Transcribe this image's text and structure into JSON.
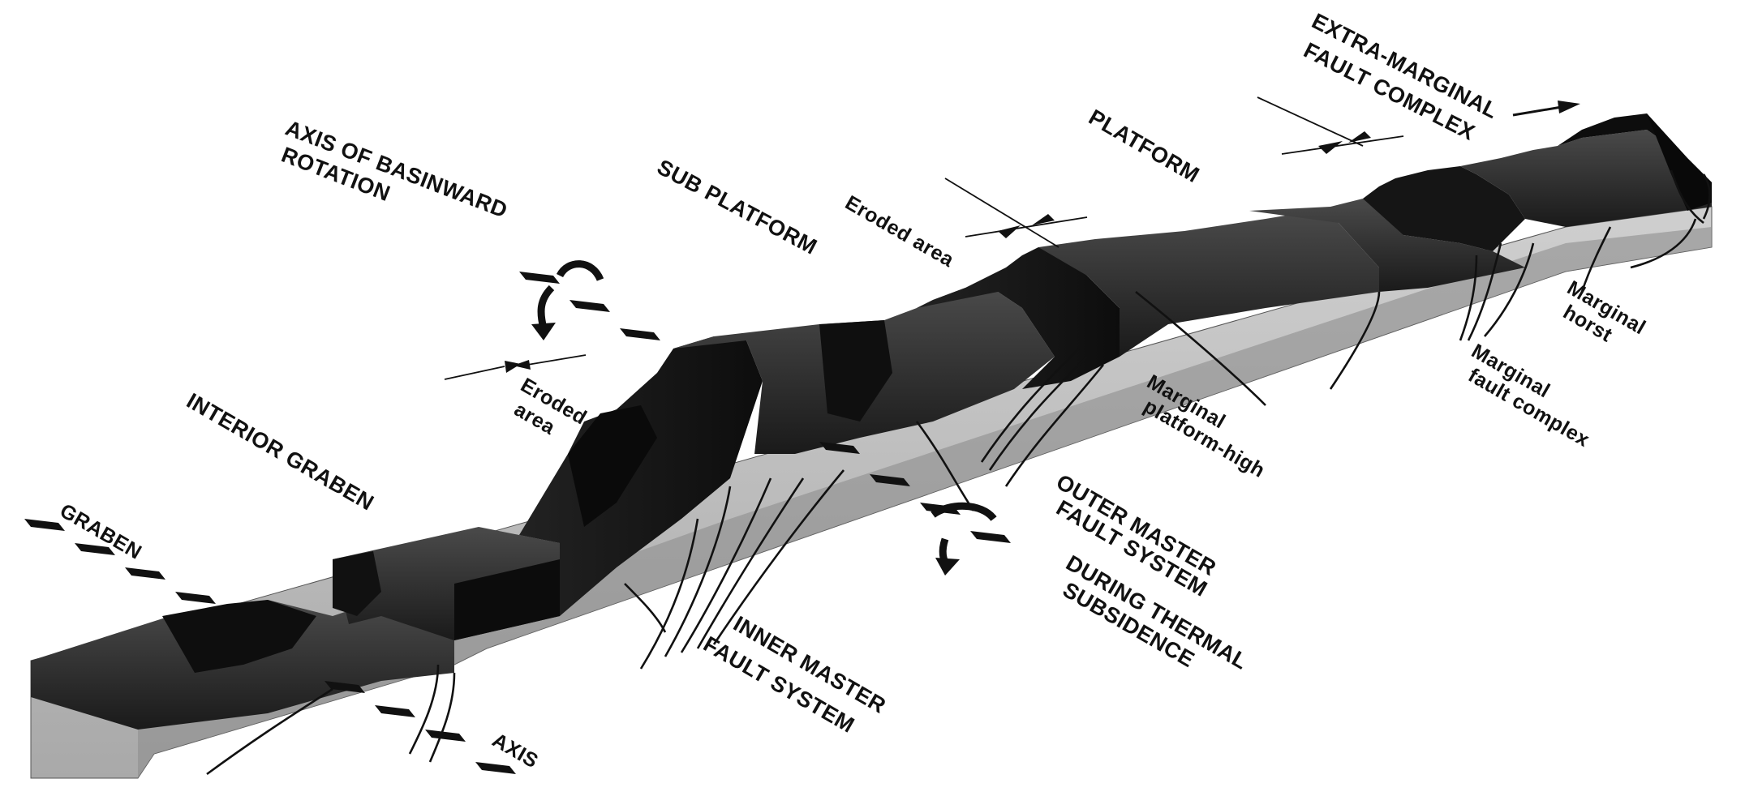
{
  "labels": {
    "graben": "GRABEN",
    "interior_graben": "INTERIOR GRABEN",
    "axis": "AXIS",
    "axis_basinward_1": "AXIS OF BASINWARD",
    "axis_basinward_2": "ROTATION",
    "sub_platform": "SUB PLATFORM",
    "eroded_area_1": "Eroded",
    "eroded_area_2": "area",
    "eroded_area_top": "Eroded area",
    "platform": "PLATFORM",
    "extra_marginal_1": "EXTRA-MARGINAL",
    "extra_marginal_2": "FAULT COMPLEX",
    "marginal_platform_high_1": "Marginal",
    "marginal_platform_high_2": "platform-high",
    "outer_master_1": "OUTER MASTER",
    "outer_master_2": "FAULT SYSTEM",
    "during_thermal_1": "DURING THERMAL",
    "during_thermal_2": "SUBSIDENCE",
    "inner_master_1": "INNER MASTER",
    "inner_master_2": "FAULT SYSTEM",
    "marginal_fault_complex_1": "Marginal",
    "marginal_fault_complex_2": "fault complex",
    "marginal_horst_1": "Marginal",
    "marginal_horst_2": "horst"
  },
  "colors": {
    "dark_block": "#1c1c1c",
    "mid_block": "#3a3a3a",
    "light_gray": "#b9b9b9",
    "pale_gray": "#dcdcdc",
    "ink": "#111111"
  }
}
